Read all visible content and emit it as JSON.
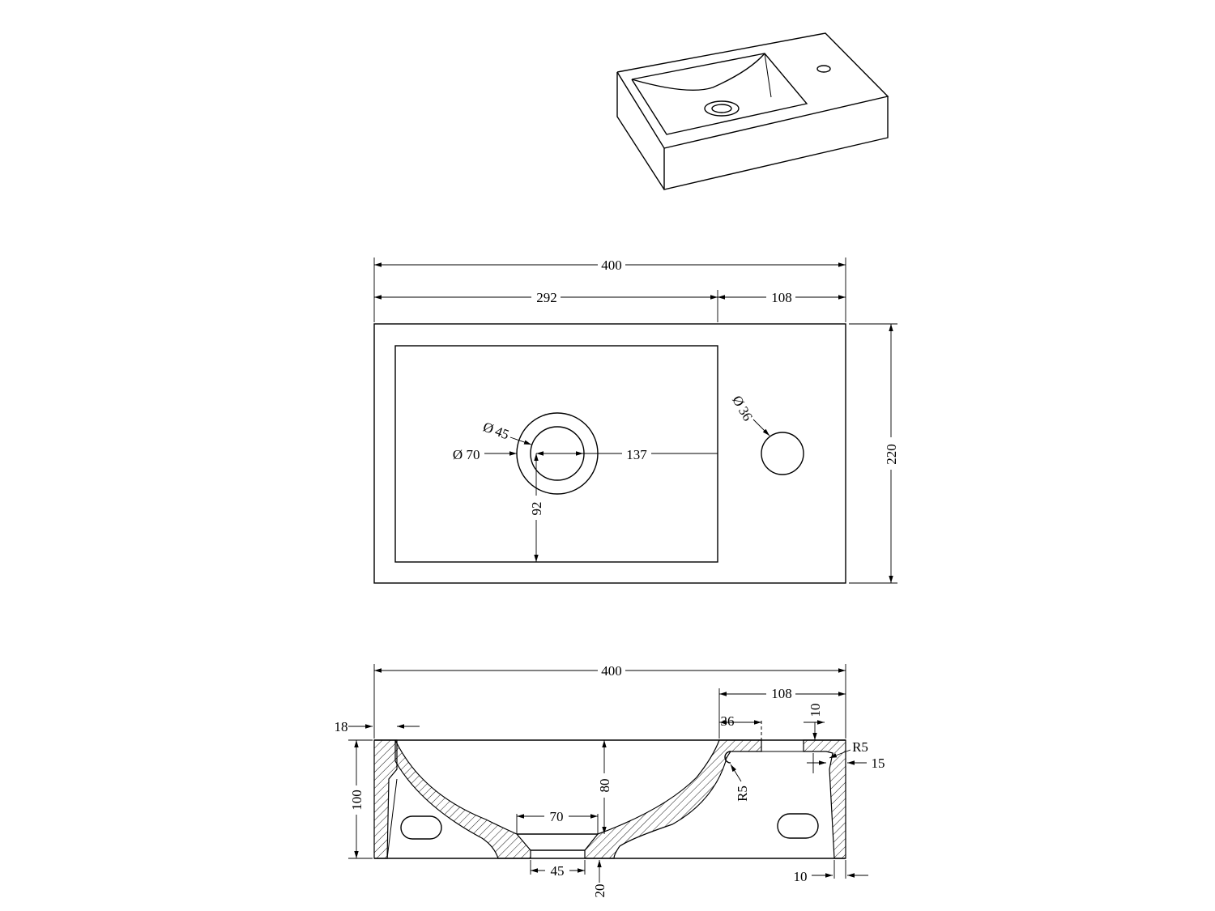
{
  "iso_view": {
    "description_icon": "sink-isometric"
  },
  "top_view": {
    "dim_overall_width": "400",
    "dim_basin_width": "292",
    "dim_deck_width": "108",
    "dim_overall_depth": "220",
    "dim_drain_outer": "70",
    "dim_drain_inner": "45",
    "dim_drain_offset_x": "137",
    "dim_drain_offset_y": "92",
    "dim_tap_hole": "36",
    "diameter_symbol": "Ø"
  },
  "section_view": {
    "dim_overall_width": "400",
    "dim_deck_width": "108",
    "dim_rim": "18",
    "dim_height": "100",
    "dim_bowl_depth": "80",
    "dim_drain_top": "70",
    "dim_drain_bottom": "45",
    "dim_base_thickness": "20",
    "dim_tap_hole": "36",
    "dim_top_slot": "10",
    "dim_radius_1": "R5",
    "dim_radius_2": "R5",
    "dim_side_wall": "15",
    "dim_foot": "10"
  }
}
